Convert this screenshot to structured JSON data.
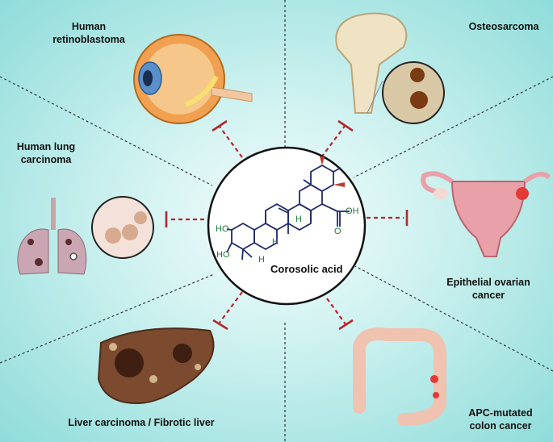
{
  "center": {
    "compound_name": "Corosolic acid",
    "groups": {
      "ho_top": "HO",
      "ho_bottom": "HO",
      "oh": "OH",
      "o": "O",
      "h1": "H",
      "h2": "H",
      "h3": "H"
    }
  },
  "cancers": [
    {
      "id": "retinoblastoma",
      "label_line1": "Human",
      "label_line2": "retinoblastoma"
    },
    {
      "id": "osteosarcoma",
      "label_line1": "Osteosarcoma"
    },
    {
      "id": "lung",
      "label_line1": "Human lung",
      "label_line2": "carcinoma"
    },
    {
      "id": "ovarian",
      "label_line1": "Epithelial ovarian",
      "label_line2": "cancer"
    },
    {
      "id": "liver",
      "label_line1": "Liver carcinoma / Fibrotic liver"
    },
    {
      "id": "colon",
      "label_line1": "APC-mutated",
      "label_line2": "colon cancer"
    }
  ],
  "colors": {
    "inhibition": "#b5262b",
    "structure": "#1f2a6b",
    "hetero": "#1f7a3a",
    "background": "#c9f0ee"
  }
}
